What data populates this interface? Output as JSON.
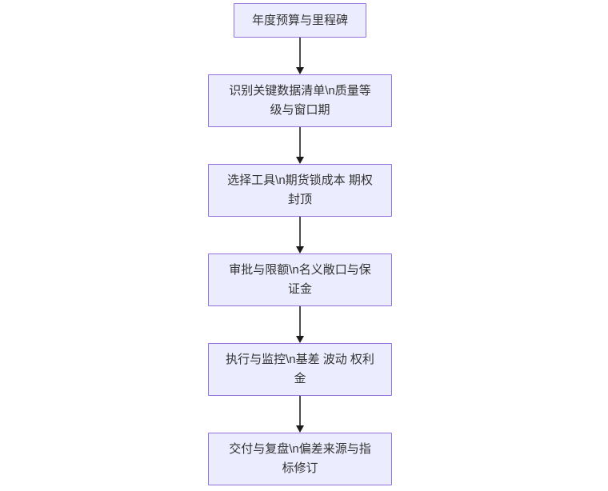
{
  "diagram": {
    "type": "flowchart",
    "direction": "top-down",
    "background_color": "#ffffff",
    "node_fill_color": "#ECECFF",
    "node_border_color": "#9370DB",
    "node_text_color": "#333333",
    "arrow_color": "#333333"
  },
  "nodes": [
    {
      "id": "n1",
      "label": "年度预算与里程碑"
    },
    {
      "id": "n2",
      "label": "识别关键数据清单\\n质量等级与窗口期"
    },
    {
      "id": "n3",
      "label": "选择工具\\n期货锁成本 期权封顶"
    },
    {
      "id": "n4",
      "label": "审批与限额\\n名义敞口与保证金"
    },
    {
      "id": "n5",
      "label": "执行与监控\\n基差 波动 权利金"
    },
    {
      "id": "n6",
      "label": "交付与复盘\\n偏差来源与指标修订"
    }
  ],
  "edges": [
    {
      "from": "n1",
      "to": "n2"
    },
    {
      "from": "n2",
      "to": "n3"
    },
    {
      "from": "n3",
      "to": "n4"
    },
    {
      "from": "n4",
      "to": "n5"
    },
    {
      "from": "n5",
      "to": "n6"
    }
  ]
}
